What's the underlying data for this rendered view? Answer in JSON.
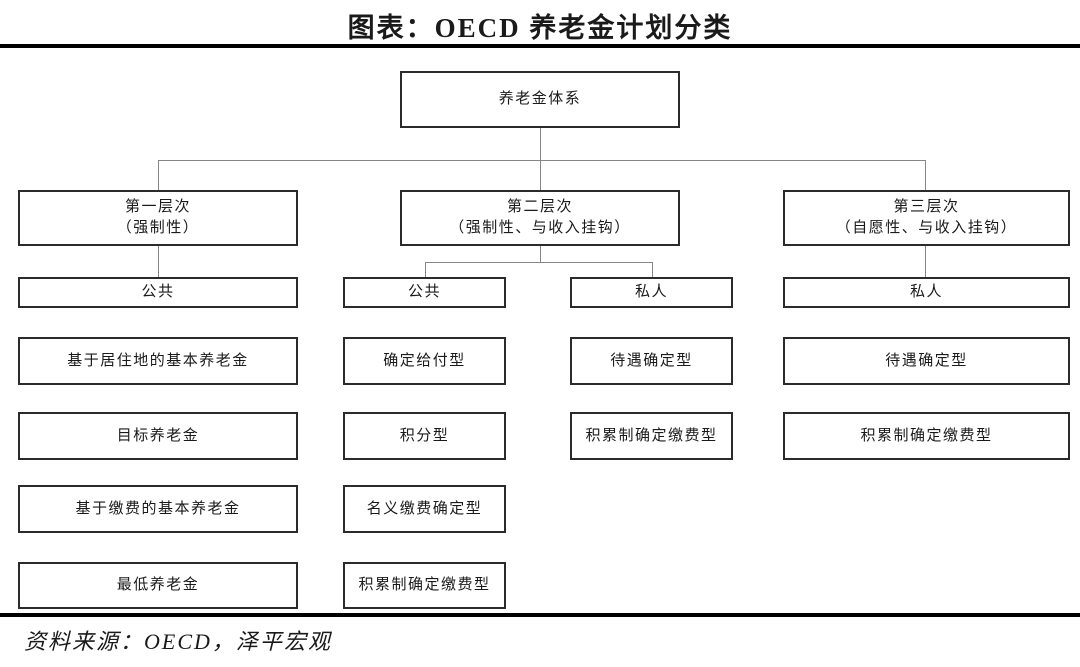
{
  "title": "图表：OECD 养老金计划分类",
  "source": "资料来源：OECD，泽平宏观",
  "colors": {
    "rule": "#000000",
    "box_border": "#2b2b2b",
    "connector": "#858585",
    "text": "#1a1a1a",
    "background": "#ffffff"
  },
  "tree": {
    "root": "养老金体系",
    "tiers": [
      {
        "line1": "第一层次",
        "line2": "（强制性）",
        "children": [
          {
            "header": "公共",
            "items": [
              "基于居住地的基本养老金",
              "目标养老金",
              "基于缴费的基本养老金",
              "最低养老金"
            ]
          }
        ]
      },
      {
        "line1": "第二层次",
        "line2": "（强制性、与收入挂钩）",
        "children": [
          {
            "header": "公共",
            "items": [
              "确定给付型",
              "积分型",
              "名义缴费确定型",
              "积累制确定缴费型"
            ]
          },
          {
            "header": "私人",
            "items": [
              "待遇确定型",
              "积累制确定缴费型"
            ]
          }
        ]
      },
      {
        "line1": "第三层次",
        "line2": "（自愿性、与收入挂钩）",
        "children": [
          {
            "header": "私人",
            "items": [
              "待遇确定型",
              "积累制确定缴费型"
            ]
          }
        ]
      }
    ]
  }
}
